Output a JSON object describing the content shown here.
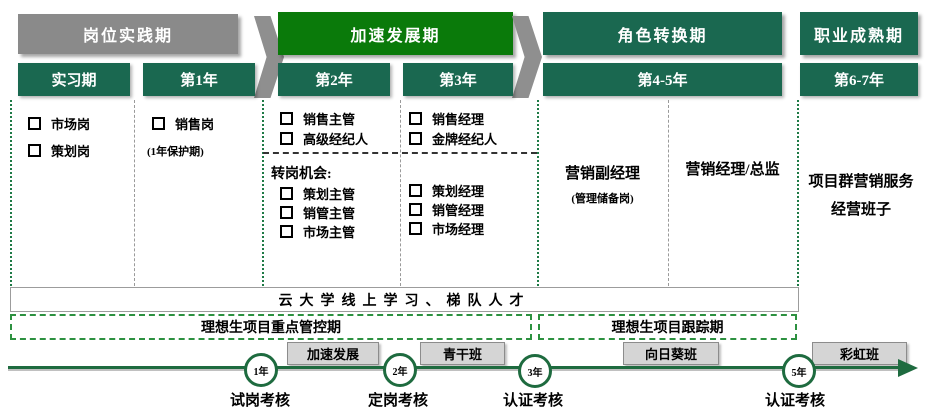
{
  "palette": {
    "gray_header": "#8a8a8a",
    "bright_green": "#0a7a0a",
    "dark_green": "#1a6850",
    "timeline_green": "#1e6b3f",
    "dashed_border_green": "#2d9140",
    "class_box_gray": "#d5d5d5"
  },
  "stages": [
    {
      "header": "岗位实践期"
    },
    {
      "header": "加速发展期"
    },
    {
      "header": "角色转换期"
    },
    {
      "header": "职业成熟期"
    }
  ],
  "periods": [
    {
      "label": "实习期"
    },
    {
      "label": "第1年"
    },
    {
      "label": "第2年"
    },
    {
      "label": "第3年"
    },
    {
      "label": "第4-5年"
    },
    {
      "label": "第6-7年"
    }
  ],
  "sections": {
    "practice_intern": {
      "items": [
        {
          "label": "市场岗"
        },
        {
          "label": "策划岗"
        }
      ]
    },
    "practice_year1": {
      "items": [
        {
          "label": "销售岗"
        }
      ],
      "note": "(1年保护期)"
    },
    "accel_year2": {
      "items": [
        {
          "label": "销售主管"
        },
        {
          "label": "高级经纪人"
        }
      ]
    },
    "accel_year3": {
      "items": [
        {
          "label": "销售经理"
        },
        {
          "label": "金牌经纪人"
        }
      ]
    },
    "transfer": {
      "title": "转岗机会:",
      "year2_items": [
        {
          "label": "策划主管"
        },
        {
          "label": "销管主管"
        },
        {
          "label": "市场主管"
        }
      ],
      "year3_items": [
        {
          "label": "策划经理"
        },
        {
          "label": "销管经理"
        },
        {
          "label": "市场经理"
        }
      ]
    },
    "role_change": {
      "left_title": "营销副经理",
      "left_note": "(管理储备岗)",
      "right_title": "营销经理/总监"
    },
    "mature": {
      "text": "项目群营销服务经营班子"
    }
  },
  "bars": {
    "university": "云大学线上学习、梯队人才",
    "control": "理想生项目重点管控期",
    "tracking": "理想生项目跟踪期"
  },
  "timeline": {
    "classes": [
      {
        "label": "加速发展"
      },
      {
        "label": "青干班"
      },
      {
        "label": "向日葵班"
      },
      {
        "label": "彩虹班"
      }
    ],
    "milestones": [
      {
        "year": "1年",
        "label": "试岗考核"
      },
      {
        "year": "2年",
        "label": "定岗考核"
      },
      {
        "year": "3年",
        "label": "认证考核"
      },
      {
        "year": "5年",
        "label": "认证考核"
      }
    ]
  }
}
